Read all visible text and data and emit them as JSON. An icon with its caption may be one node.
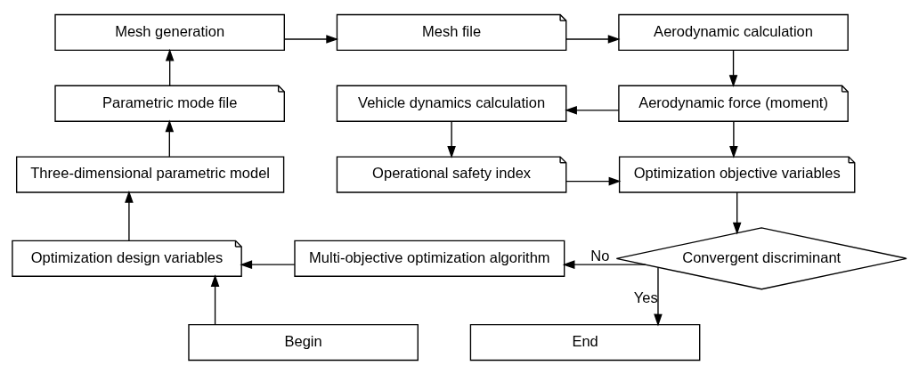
{
  "diagram": {
    "nodes": [
      {
        "text": [
          "Mesh generation"
        ]
      },
      {
        "text": [
          "Mesh file"
        ]
      },
      {
        "text": [
          "Aerodynamic calculation"
        ]
      },
      {
        "text": [
          "Parametric mode file"
        ]
      },
      {
        "text": [
          "Vehicle dynamics calculation"
        ]
      },
      {
        "text": [
          "Aerodynamic force (moment)"
        ]
      },
      {
        "text": [
          "Three-dimensional parametric model"
        ]
      },
      {
        "text": [
          "Operational safety index"
        ]
      },
      {
        "text": [
          "Optimization objective variables"
        ]
      },
      {
        "text": [
          "Optimization design variables"
        ]
      },
      {
        "text": [
          "Multi-objective optimization algorithm"
        ]
      },
      {
        "text": [
          "Convergent discriminant"
        ]
      },
      {
        "text": [
          "Begin"
        ]
      },
      {
        "text": [
          "End"
        ]
      }
    ],
    "edges": [
      {
        "from": 12,
        "to": 9,
        "arrow": "to"
      },
      {
        "from": 9,
        "to": 6,
        "arrow": "to"
      },
      {
        "from": 6,
        "to": 3,
        "arrow": "to"
      },
      {
        "from": 3,
        "to": 0,
        "arrow": "to"
      },
      {
        "from": 0,
        "to": 1,
        "arrow": "to"
      },
      {
        "from": 1,
        "to": 2,
        "arrow": "to"
      },
      {
        "from": 2,
        "to": 5,
        "arrow": "to"
      },
      {
        "from": 5,
        "to": 4,
        "arrow": "to"
      },
      {
        "from": 4,
        "to": 7,
        "arrow": "to"
      },
      {
        "from": 5,
        "to": 8,
        "arrow": "to"
      },
      {
        "from": 7,
        "to": 8,
        "arrow": "to"
      },
      {
        "from": 8,
        "to": 11,
        "arrow": "to"
      },
      {
        "from": 11,
        "to": 10,
        "arrow": "to",
        "label": "No"
      },
      {
        "from": 10,
        "to": 9,
        "arrow": "to"
      },
      {
        "from": 11,
        "to": 13,
        "arrow": "to",
        "label": "Yes"
      }
    ]
  }
}
